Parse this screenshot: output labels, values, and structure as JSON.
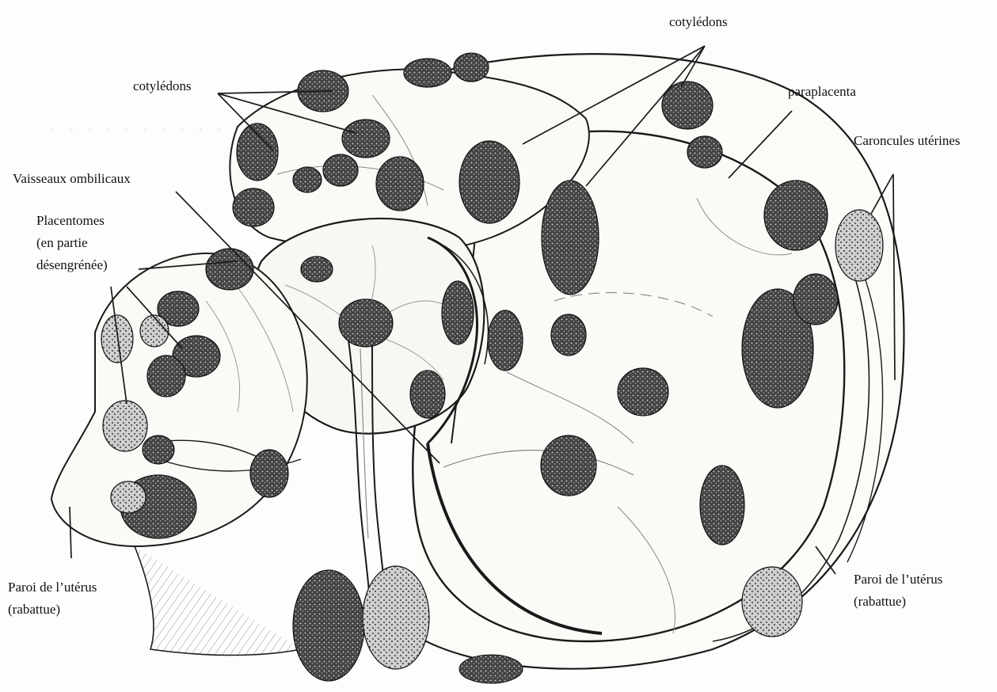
{
  "labels": {
    "cotyledons_top": "cotylédons",
    "cotyledons_left": "cotylédons",
    "paraplacenta": "paraplacenta",
    "caroncules": "Caroncules utérines",
    "vaisseaux": "Vaisseaux ombilicaux",
    "placentomes": "Placentomes\n(en partie\ndésengrénée)",
    "paroi_left": "Paroi de l’utérus\n(rabattue)",
    "paroi_right": "Paroi de l’utérus\n(rabattue)"
  },
  "colors": {
    "ink": "#1a1a1a",
    "paper": "#fdfdfb",
    "cotyledon_fill": "#3a3a3a"
  }
}
